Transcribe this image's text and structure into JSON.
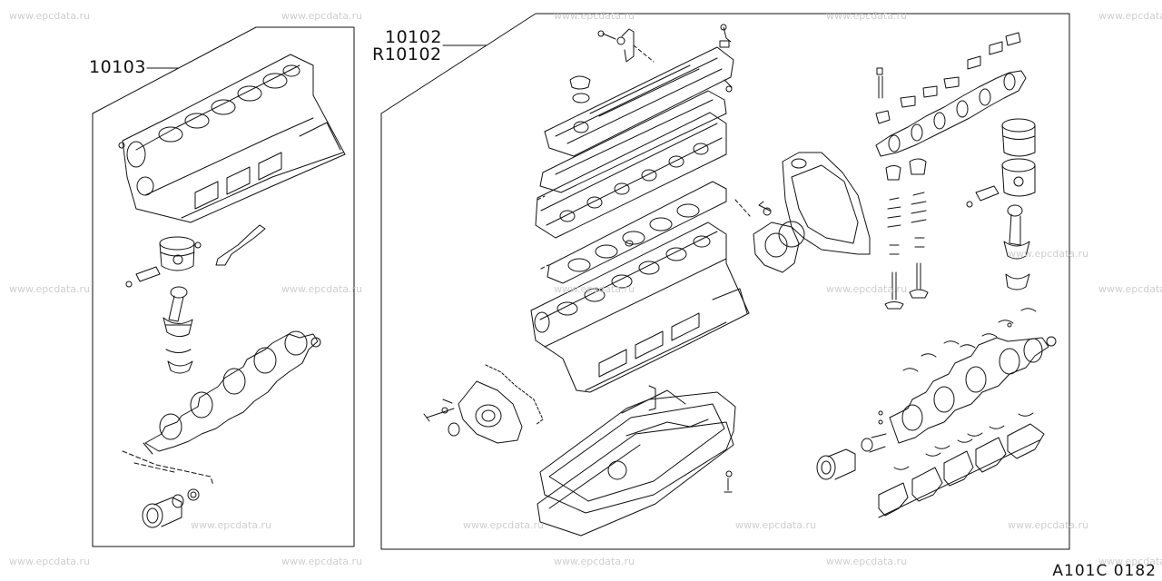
{
  "labels": {
    "short_block": "10103",
    "long_block": "10102",
    "long_block_rebuilt": "R10102"
  },
  "watermark": "www.epcdata.ru",
  "reference_code": "A101C 0182"
}
